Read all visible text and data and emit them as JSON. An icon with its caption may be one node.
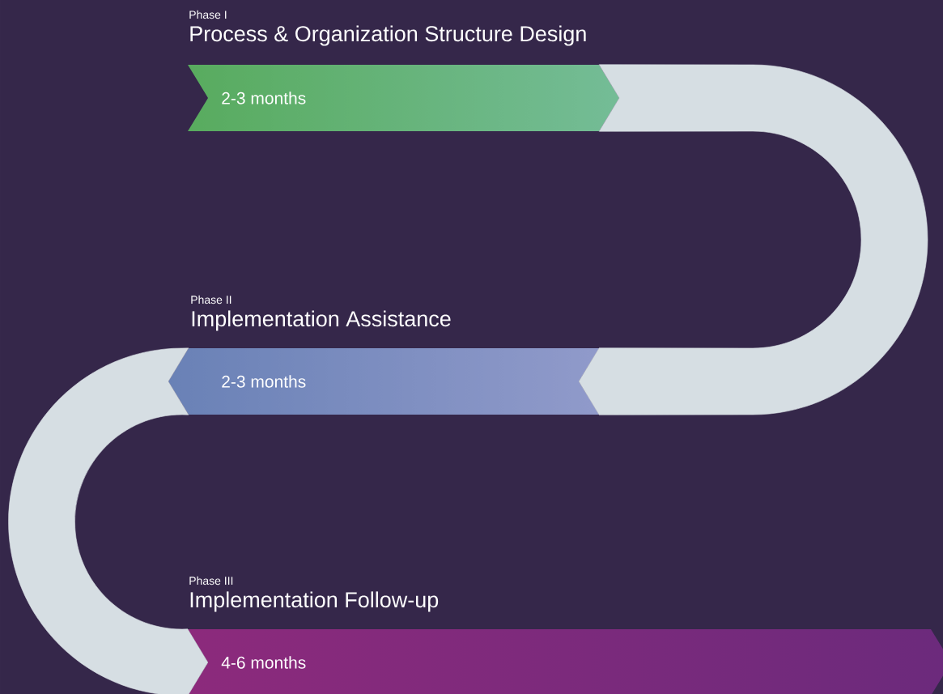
{
  "diagram": {
    "nodes": [
      {
        "text": [
          "Phase I",
          "Process & Organization Structure Design",
          "2-3 months"
        ]
      },
      {
        "text": [
          "Phase II",
          "Implementation Assistance",
          "2-3 months"
        ]
      },
      {
        "text": [
          "Phase III",
          "Implementation Follow-up",
          "4-6 months"
        ]
      }
    ],
    "edges": [
      {
        "from": 0,
        "to": 1,
        "arrow": "none"
      },
      {
        "from": 1,
        "to": 2,
        "arrow": "none"
      }
    ]
  }
}
